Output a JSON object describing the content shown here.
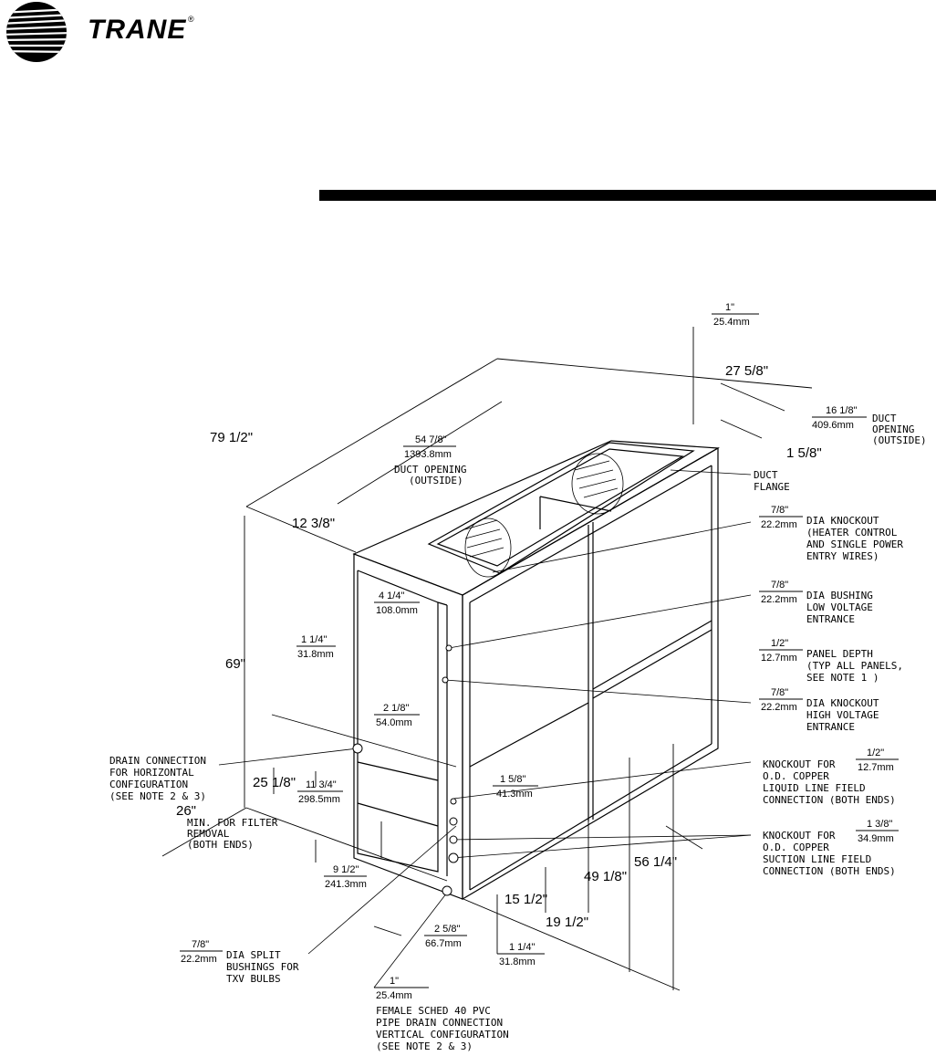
{
  "brand": {
    "name": "TRANE",
    "registered": "®"
  },
  "dimensions": {
    "top_1in": {
      "in": "1\"",
      "mm": "25.4mm"
    },
    "width_27_5_8": "27 5/8\"",
    "duct_16_1_8": {
      "in": "16 1/8\"",
      "mm": "409.6mm",
      "note": [
        "DUCT",
        "OPENING",
        "(OUTSIDE)"
      ]
    },
    "flange_1_5_8": "1 5/8\"",
    "length_79_1_2": "79 1/2\"",
    "duct_54_7_8": {
      "in": "54 7/8\"",
      "mm": "1393.8mm",
      "note": [
        "DUCT OPENING",
        "(OUTSIDE)"
      ]
    },
    "offset_12_3_8": "12 3/8\"",
    "height_69": "69\"",
    "d_4_1_4": {
      "in": "4 1/4\"",
      "mm": "108.0mm"
    },
    "d_1_1_4_side": {
      "in": "1 1/4\"",
      "mm": "31.8mm"
    },
    "d_2_1_8": {
      "in": "2 1/8\"",
      "mm": "54.0mm"
    },
    "d_25_1_8": "25 1/8\"",
    "d_11_3_4": {
      "in": "11 3/4\"",
      "mm": "298.5mm"
    },
    "d_1_5_8_b": {
      "in": "1 5/8\"",
      "mm": "41.3mm"
    },
    "d_26": "26\"",
    "d_26_note": [
      "MIN. FOR FILTER",
      "REMOVAL",
      "(BOTH ENDS)"
    ],
    "d_9_1_2": {
      "in": "9 1/2\"",
      "mm": "241.3mm"
    },
    "d_2_5_8": {
      "in": "2 5/8\"",
      "mm": "66.7mm"
    },
    "d_1_1_4_bottom": {
      "in": "1 1/4\"",
      "mm": "31.8mm"
    },
    "d_15_1_2": "15 1/2\"",
    "d_19_1_2": "19 1/2\"",
    "d_49_1_8": "49 1/8\"",
    "d_56_1_4": "56 1/4\""
  },
  "callouts": {
    "duct_flange": [
      "DUCT",
      "FLANGE"
    ],
    "knockout_heater": {
      "in": "7/8\"",
      "mm": "22.2mm",
      "text": [
        "DIA KNOCKOUT",
        "(HEATER CONTROL",
        "AND SINGLE POWER",
        "ENTRY WIRES)"
      ]
    },
    "bushing_low": {
      "in": "7/8\"",
      "mm": "22.2mm",
      "text": [
        "DIA BUSHING",
        "LOW VOLTAGE",
        "ENTRANCE"
      ]
    },
    "panel_depth": {
      "in": "1/2\"",
      "mm": "12.7mm",
      "text": [
        "PANEL DEPTH",
        "(TYP ALL PANELS,",
        "SEE NOTE 1 )"
      ]
    },
    "knockout_high": {
      "in": "7/8\"",
      "mm": "22.2mm",
      "text": [
        "DIA KNOCKOUT",
        "HIGH VOLTAGE",
        "ENTRANCE"
      ]
    },
    "liquid_line": {
      "in": "1/2\"",
      "mm": "12.7mm",
      "text": [
        "KNOCKOUT FOR",
        "O.D. COPPER",
        "LIQUID LINE FIELD",
        "CONNECTION (BOTH ENDS)"
      ]
    },
    "suction_line": {
      "in": "1 3/8\"",
      "mm": "34.9mm",
      "text": [
        "KNOCKOUT FOR",
        "O.D. COPPER",
        "SUCTION LINE FIELD",
        "CONNECTION (BOTH ENDS)"
      ]
    },
    "drain_horizontal": [
      "DRAIN CONNECTION",
      "FOR HORIZONTAL",
      "CONFIGURATION",
      "(SEE NOTE 2 & 3)"
    ],
    "split_bushings": {
      "in": "7/8\"",
      "mm": "22.2mm",
      "text": [
        "DIA SPLIT",
        "BUSHINGS FOR",
        "TXV BULBS"
      ]
    },
    "pvc_drain": {
      "in": "1\"",
      "mm": "25.4mm",
      "text": [
        "FEMALE SCHED 40 PVC",
        "PIPE DRAIN CONNECTION",
        "VERTICAL CONFIGURATION",
        "(SEE NOTE 2 & 3)"
      ]
    }
  }
}
